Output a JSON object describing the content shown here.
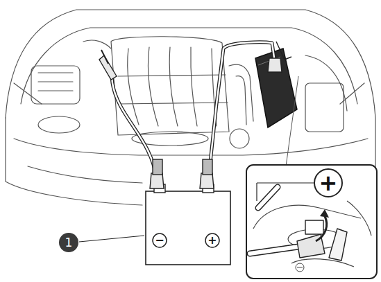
{
  "diagram": {
    "labels": [
      "1",
      "−",
      "+",
      "+"
    ]
  }
}
